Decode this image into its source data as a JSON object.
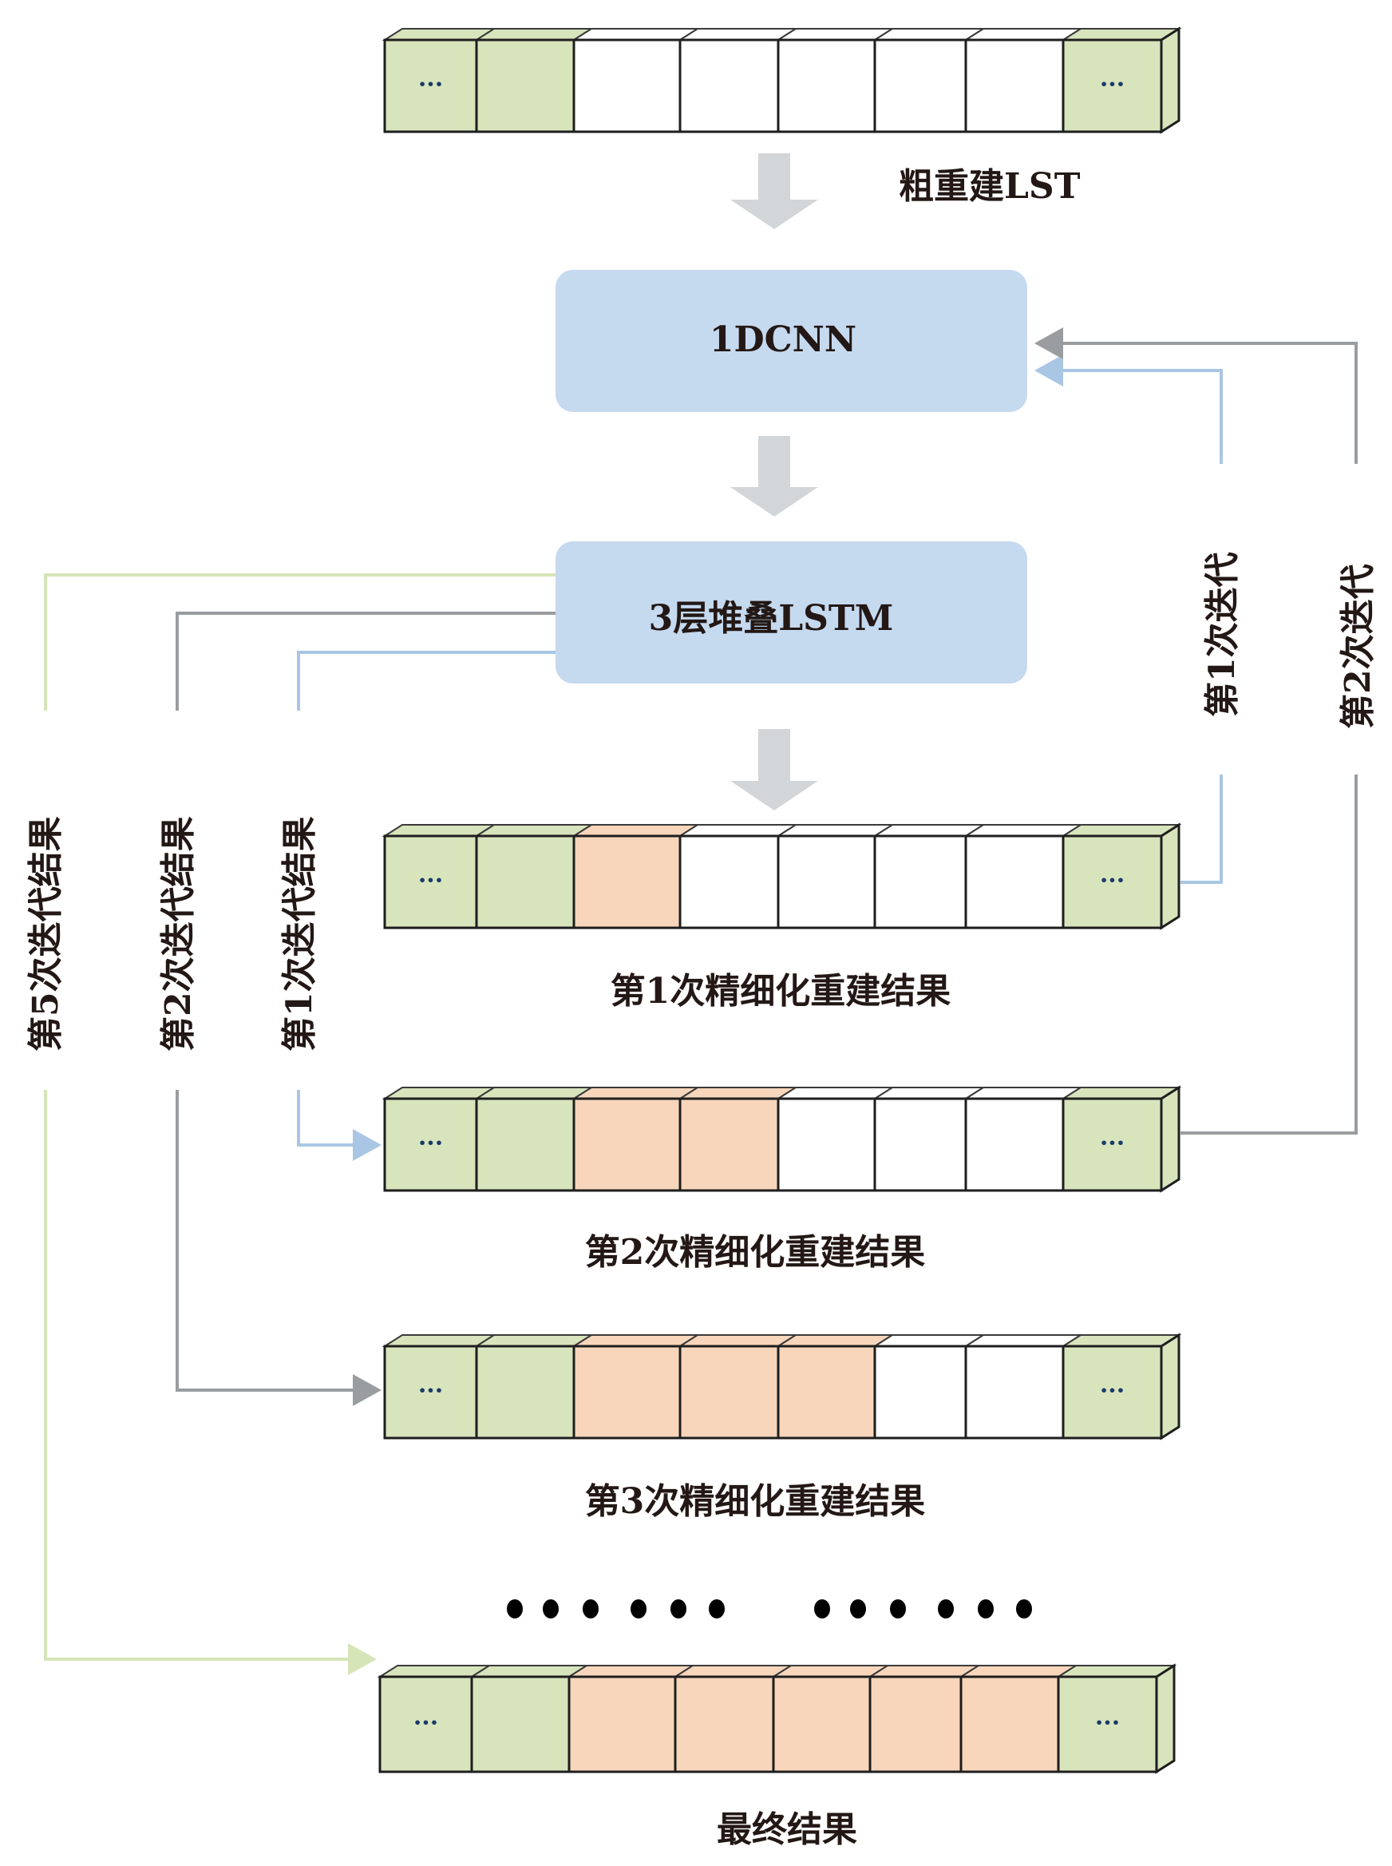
{
  "colors": {
    "green_cell": "#d8e4bc",
    "orange_cell": "#f8d6bb",
    "white_cell": "#ffffff",
    "box_fill": "#c5d9ef",
    "arrow_gray": "#d3d6d8",
    "line_blue": "#a9c6e4",
    "line_gray": "#9a9d9f",
    "line_green": "#d5e5b8"
  },
  "bars": [
    {
      "id": "coarse",
      "label": "粗重建LST",
      "cells": [
        "g",
        "g",
        "w",
        "w",
        "w",
        "w",
        "w",
        "g"
      ]
    },
    {
      "id": "refine1",
      "label": "第1次精细化重建结果",
      "cells": [
        "g",
        "g",
        "o",
        "w",
        "w",
        "w",
        "w",
        "g"
      ]
    },
    {
      "id": "refine2",
      "label": "第2次精细化重建结果",
      "cells": [
        "g",
        "g",
        "o",
        "o",
        "w",
        "w",
        "w",
        "g"
      ]
    },
    {
      "id": "refine3",
      "label": "第3次精细化重建结果",
      "cells": [
        "g",
        "g",
        "o",
        "o",
        "o",
        "w",
        "w",
        "g"
      ]
    },
    {
      "id": "final",
      "label": "最终结果",
      "cells": [
        "g",
        "g",
        "o",
        "o",
        "o",
        "o",
        "o",
        "g"
      ]
    }
  ],
  "ellipsis_cell_text": "···",
  "boxes": {
    "cnn": "1DCNN",
    "lstm": "3层堆叠LSTM"
  },
  "right_labels": {
    "iter1": "第1次迭代",
    "iter2": "第2次迭代"
  },
  "left_labels": {
    "iter5_result": "第5次迭代结果",
    "iter2_result": "第2次迭代结果",
    "iter1_result": "第1次迭代结果"
  },
  "continuation_dots": "● ● ● ● ● ●"
}
